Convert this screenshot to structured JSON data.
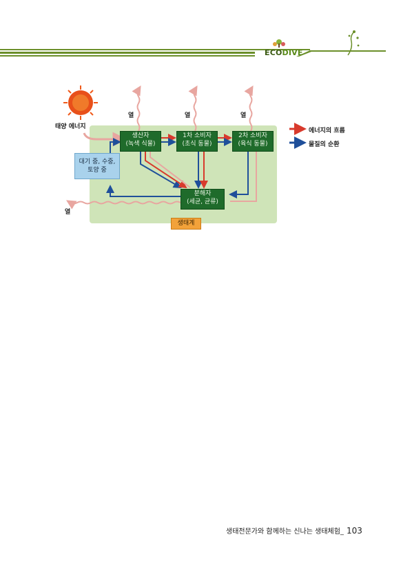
{
  "header": {
    "brand_part1": "ECO",
    "brand_part2": "DIVE",
    "brand_color": "#3a5a12",
    "stripe_color": "#6b8f2a"
  },
  "diagram": {
    "sun_label": "태양 에너지",
    "heat_labels": [
      "열",
      "열",
      "열"
    ],
    "heat_bottom_label": "열",
    "producer": {
      "line1": "생산자",
      "line2": "(녹색 식물)"
    },
    "primary_consumer": {
      "line1": "1차 소비자",
      "line2": "(초식 동물)"
    },
    "secondary_consumer": {
      "line1": "2차 소비자",
      "line2": "(육식 동물)"
    },
    "decomposer": {
      "line1": "분해자",
      "line2": "(세균, 균류)"
    },
    "reservoir": {
      "line1": "대기 중, 수중,",
      "line2": "토양 중"
    },
    "ecosystem_label": "생태계",
    "legend": [
      {
        "label": "에너지의 흐름",
        "color": "#d83a2c"
      },
      {
        "label": "물질의 순환",
        "color": "#1f4f9a"
      }
    ],
    "colors": {
      "energy": "#d83a2c",
      "matter": "#1f4f9a",
      "heat": "#e8a6a0",
      "box": "#1f6b2b",
      "ecosystem": "#cfe4b8"
    }
  },
  "footer": {
    "text": "생태전문가와 함께하는 신나는 생태체험_",
    "page_number": "103"
  }
}
